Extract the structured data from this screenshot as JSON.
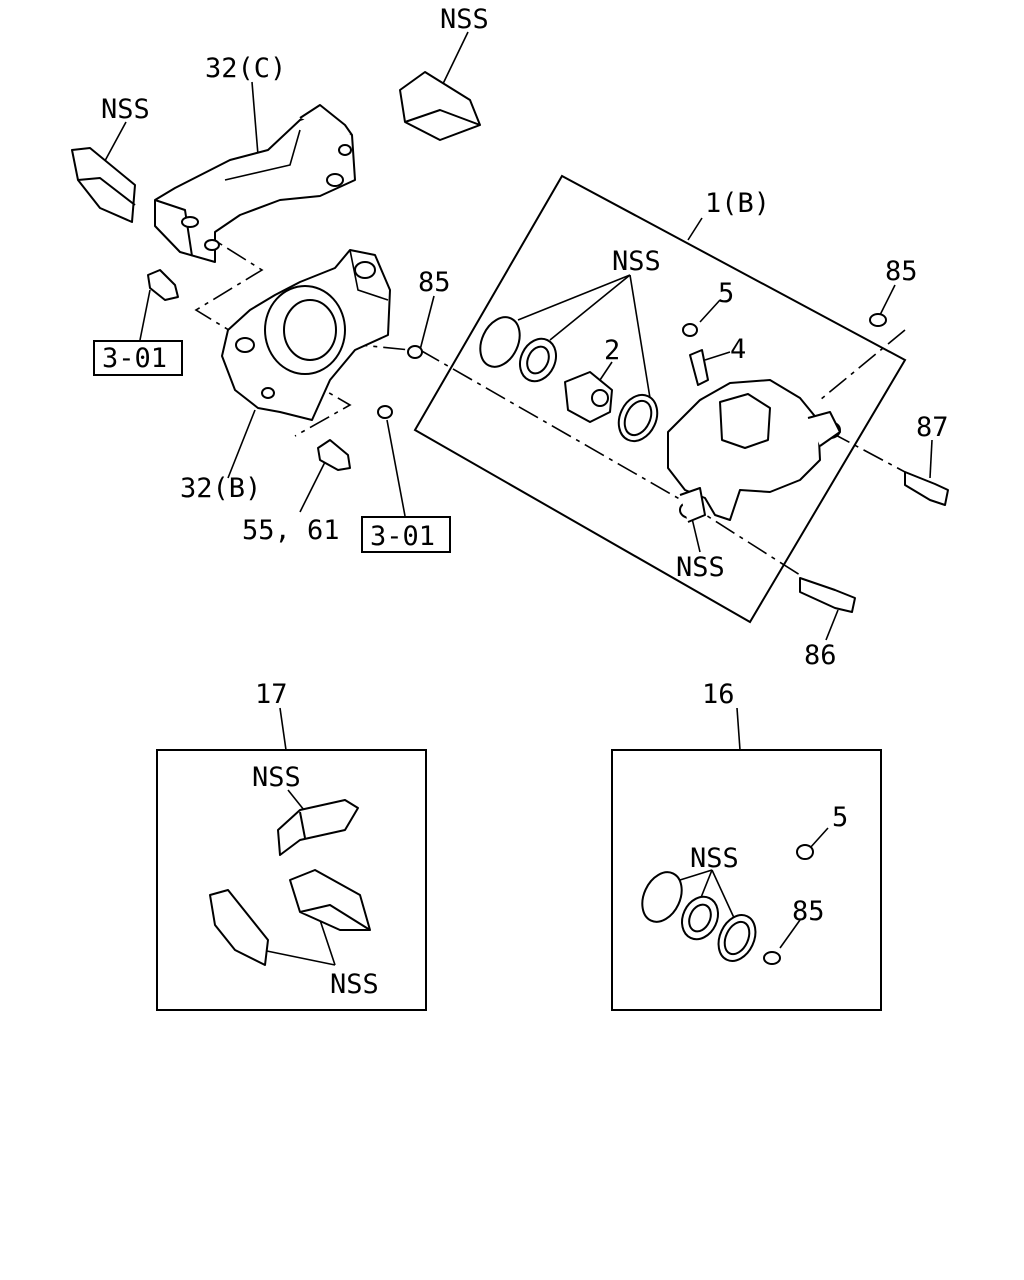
{
  "labels": {
    "nss_top": "NSS",
    "ref_32c": "32(C)",
    "nss_left": "NSS",
    "ref_85_upper": "85",
    "ref_3_01_left": "3-01",
    "ref_32b": "32(B)",
    "ref_55_61": "55, 61",
    "ref_3_01_right": "3-01",
    "ref_1b": "1(B)",
    "nss_seals": "NSS",
    "ref_5_upper": "5",
    "ref_2": "2",
    "ref_4": "4",
    "ref_85_right": "85",
    "ref_87": "87",
    "nss_caliper": "NSS",
    "ref_86": "86",
    "ref_17": "17",
    "nss_pad": "NSS",
    "nss_clips": "NSS",
    "ref_16": "16",
    "ref_5_kit": "5",
    "nss_kit": "NSS",
    "ref_85_kit": "85"
  }
}
